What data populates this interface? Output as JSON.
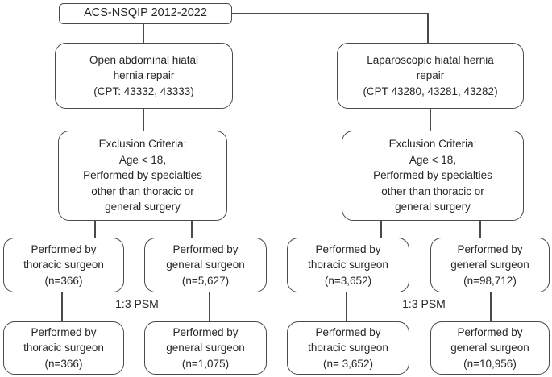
{
  "colors": {
    "border": "#4a4a4a",
    "text": "#262626",
    "background": "#ffffff"
  },
  "flowchart": {
    "root": "ACS-NSQIP 2012-2022",
    "open": {
      "procedure": "Open abdominal hiatal\nhernia repair\n(CPT: 43332, 43333)",
      "exclusion": "Exclusion Criteria:\nAge < 18,\nPerformed by specialties\nother than thoracic or\ngeneral surgery",
      "pre_match_thoracic": "Performed by\nthoracic surgeon\n(n=366)",
      "pre_match_general": "Performed by\ngeneral surgeon\n(n=5,627)",
      "psm": "1:3 PSM",
      "post_match_thoracic": "Performed by\nthoracic surgeon\n(n=366)",
      "post_match_general": "Performed by\ngeneral surgeon\n(n=1,075)"
    },
    "laparoscopic": {
      "procedure": "Laparoscopic hiatal hernia\nrepair\n(CPT 43280, 43281, 43282)",
      "exclusion": "Exclusion Criteria:\nAge < 18,\nPerformed by specialties\nother than thoracic or\ngeneral surgery",
      "pre_match_thoracic": "Performed by\nthoracic surgeon\n(n=3,652)",
      "pre_match_general": "Performed by\ngeneral surgeon\n(n=98,712)",
      "psm": "1:3 PSM",
      "post_match_thoracic": "Performed by\nthoracic surgeon\n(n= 3,652)",
      "post_match_general": "Performed by\ngeneral surgeon\n(n=10,956)"
    }
  }
}
